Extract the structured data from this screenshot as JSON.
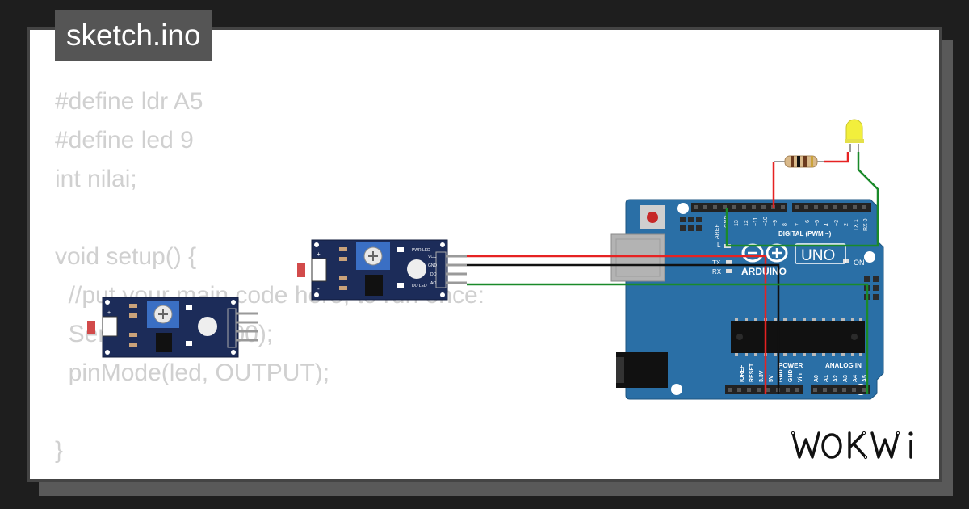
{
  "tab": {
    "title": "sketch.ino"
  },
  "code": {
    "lines": [
      "#define ldr A5",
      "#define led 9",
      "int nilai;",
      "",
      "void setup() {",
      "  //put your main code here, to run once:",
      "  Serial.begin(9600);",
      "  pinMode(led, OUTPUT);",
      "",
      "}"
    ]
  },
  "arduino": {
    "logo_text": "ARDUINO",
    "model": "UNO",
    "digital_label": "DIGITAL (PWM ~)",
    "analog_label": "ANALOG IN",
    "power_label": "POWER",
    "on_label": "ON",
    "tx_label": "TX",
    "rx_label": "RX",
    "l_label": "L",
    "aref_label": "AREF",
    "gnd_label": "GND",
    "digital_pins": [
      "13",
      "12",
      "~11",
      "~10",
      "~9",
      "8",
      "7",
      "~6",
      "~5",
      "4",
      "~3",
      "2",
      "TX 1",
      "RX 0"
    ],
    "power_pins": [
      "IOREF",
      "RESET",
      "3.3V",
      "5V",
      "GND",
      "GND",
      "Vin"
    ],
    "analog_pins": [
      "A0",
      "A1",
      "A2",
      "A3",
      "A4",
      "A5"
    ]
  },
  "ldr_module": {
    "pins": [
      "VCC",
      "GND",
      "DO",
      "AO"
    ],
    "pwr_led_label": "PWR LED",
    "do_led_label": "DO LED",
    "plus_label": "+",
    "minus_label": "-"
  },
  "brand": {
    "logo_text": "WOKWI"
  },
  "colors": {
    "board": "#2a6fa6",
    "module": "#1c2c59",
    "wire_red": "#e62222",
    "wire_black": "#111111",
    "wire_green": "#1a8a2a",
    "led": "#f2ef3c",
    "tab_bg": "#555555"
  }
}
